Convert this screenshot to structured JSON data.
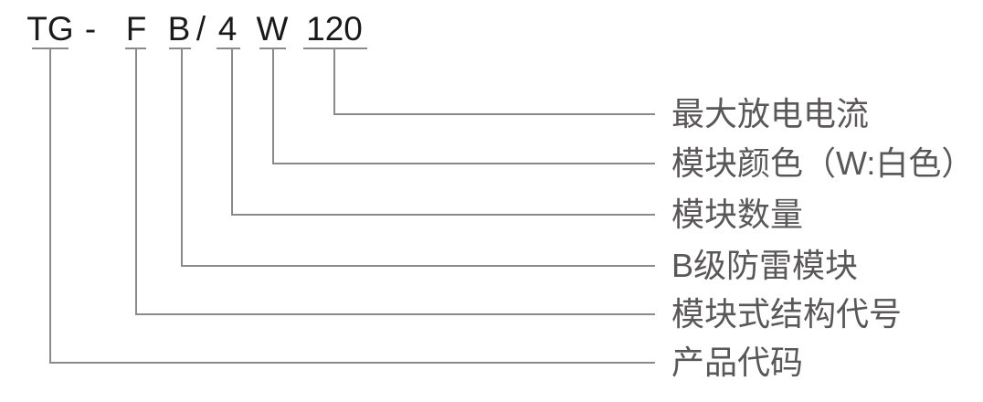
{
  "product_code": {
    "full": "TG - F B / 4 W 120",
    "parts": [
      {
        "text": "TG"
      },
      {
        "text": "-"
      },
      {
        "text": "F"
      },
      {
        "text": "B"
      },
      {
        "text": "/"
      },
      {
        "text": "4"
      },
      {
        "text": "W"
      },
      {
        "text": "120"
      }
    ]
  },
  "legend": {
    "items": [
      {
        "code": "120",
        "label": "最大放电电流"
      },
      {
        "code": "W",
        "label": "模块颜色（W:白色）"
      },
      {
        "code": "4",
        "label": "模块数量"
      },
      {
        "code": "B",
        "label": "B级防雷模块"
      },
      {
        "code": "F",
        "label": "模块式结构代号"
      },
      {
        "code": "TG",
        "label": "产品代码"
      }
    ]
  },
  "colors": {
    "background": "#ffffff",
    "code_text": "#1a1a1a",
    "label_text": "#595757",
    "line": "#8a8a8a"
  }
}
